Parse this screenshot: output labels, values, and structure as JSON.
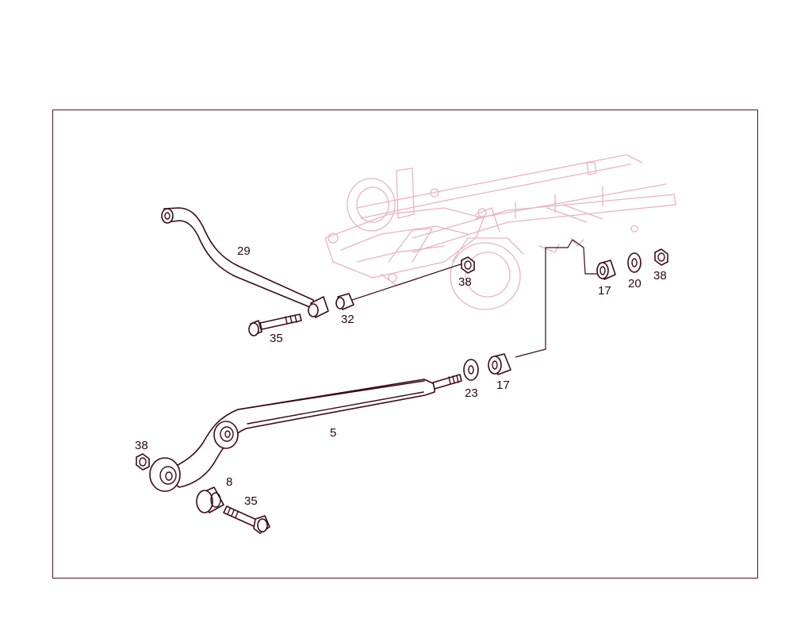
{
  "diagram": {
    "frame_color": "#5a1428",
    "ghost_color": "#e8b4c2",
    "ink_color": "#3a0a18",
    "callouts": {
      "c29": "29",
      "c38_top": "38",
      "c32": "32",
      "c35_top": "35",
      "c17_top": "17",
      "c20": "20",
      "c38_right": "38",
      "c23": "23",
      "c17_mid": "17",
      "c5": "5",
      "c38_left": "38",
      "c8": "8",
      "c35_bottom": "35"
    }
  }
}
